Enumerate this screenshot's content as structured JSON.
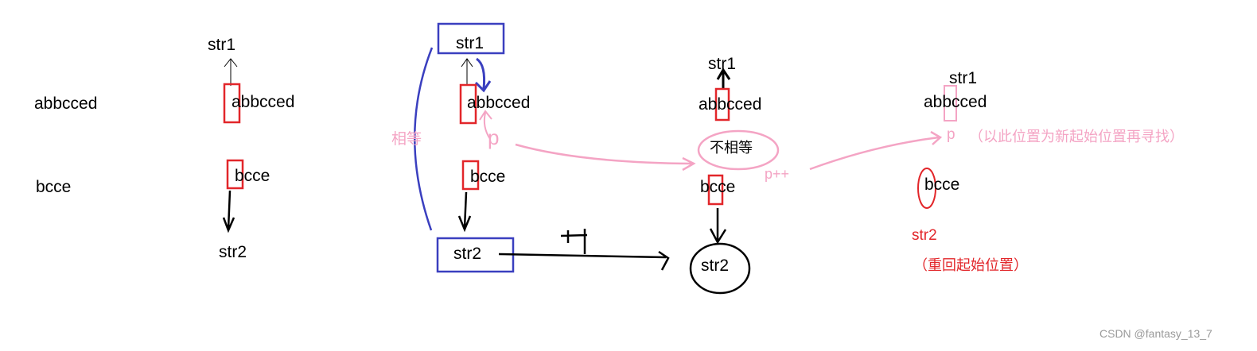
{
  "colors": {
    "red": "#e2262a",
    "blue": "#3a3fbf",
    "pink": "#f4a4c4",
    "black": "#000000",
    "gray": "#9a9a9a"
  },
  "panel0": {
    "str1_text": "abbcced",
    "str2_text": "bcce"
  },
  "panel1": {
    "str1_label": "str1",
    "str1_text": "abbcced",
    "str2_text": "bcce",
    "str2_label": "str2"
  },
  "panel2": {
    "str1_label": "str1",
    "str1_text": "abbcced",
    "str2_text": "bcce",
    "str2_label": "str2",
    "equal_note": "相等",
    "p_mark": "p",
    "plus_one": "+1"
  },
  "panel3": {
    "str1_label": "str1",
    "str1_text": "abbcced",
    "not_equal_note": "不相等",
    "p_increment": "p++",
    "str2_text": "bcce",
    "str2_label": "str2"
  },
  "panel4": {
    "str1_label": "str1",
    "str1_text": "abbcced",
    "p_mark": "p",
    "p_note": "（以此位置为新起始位置再寻找）",
    "str2_text": "bcce",
    "str2_label": "str2",
    "str2_note": "（重回起始位置）"
  },
  "watermark": "CSDN @fantasy_13_7"
}
